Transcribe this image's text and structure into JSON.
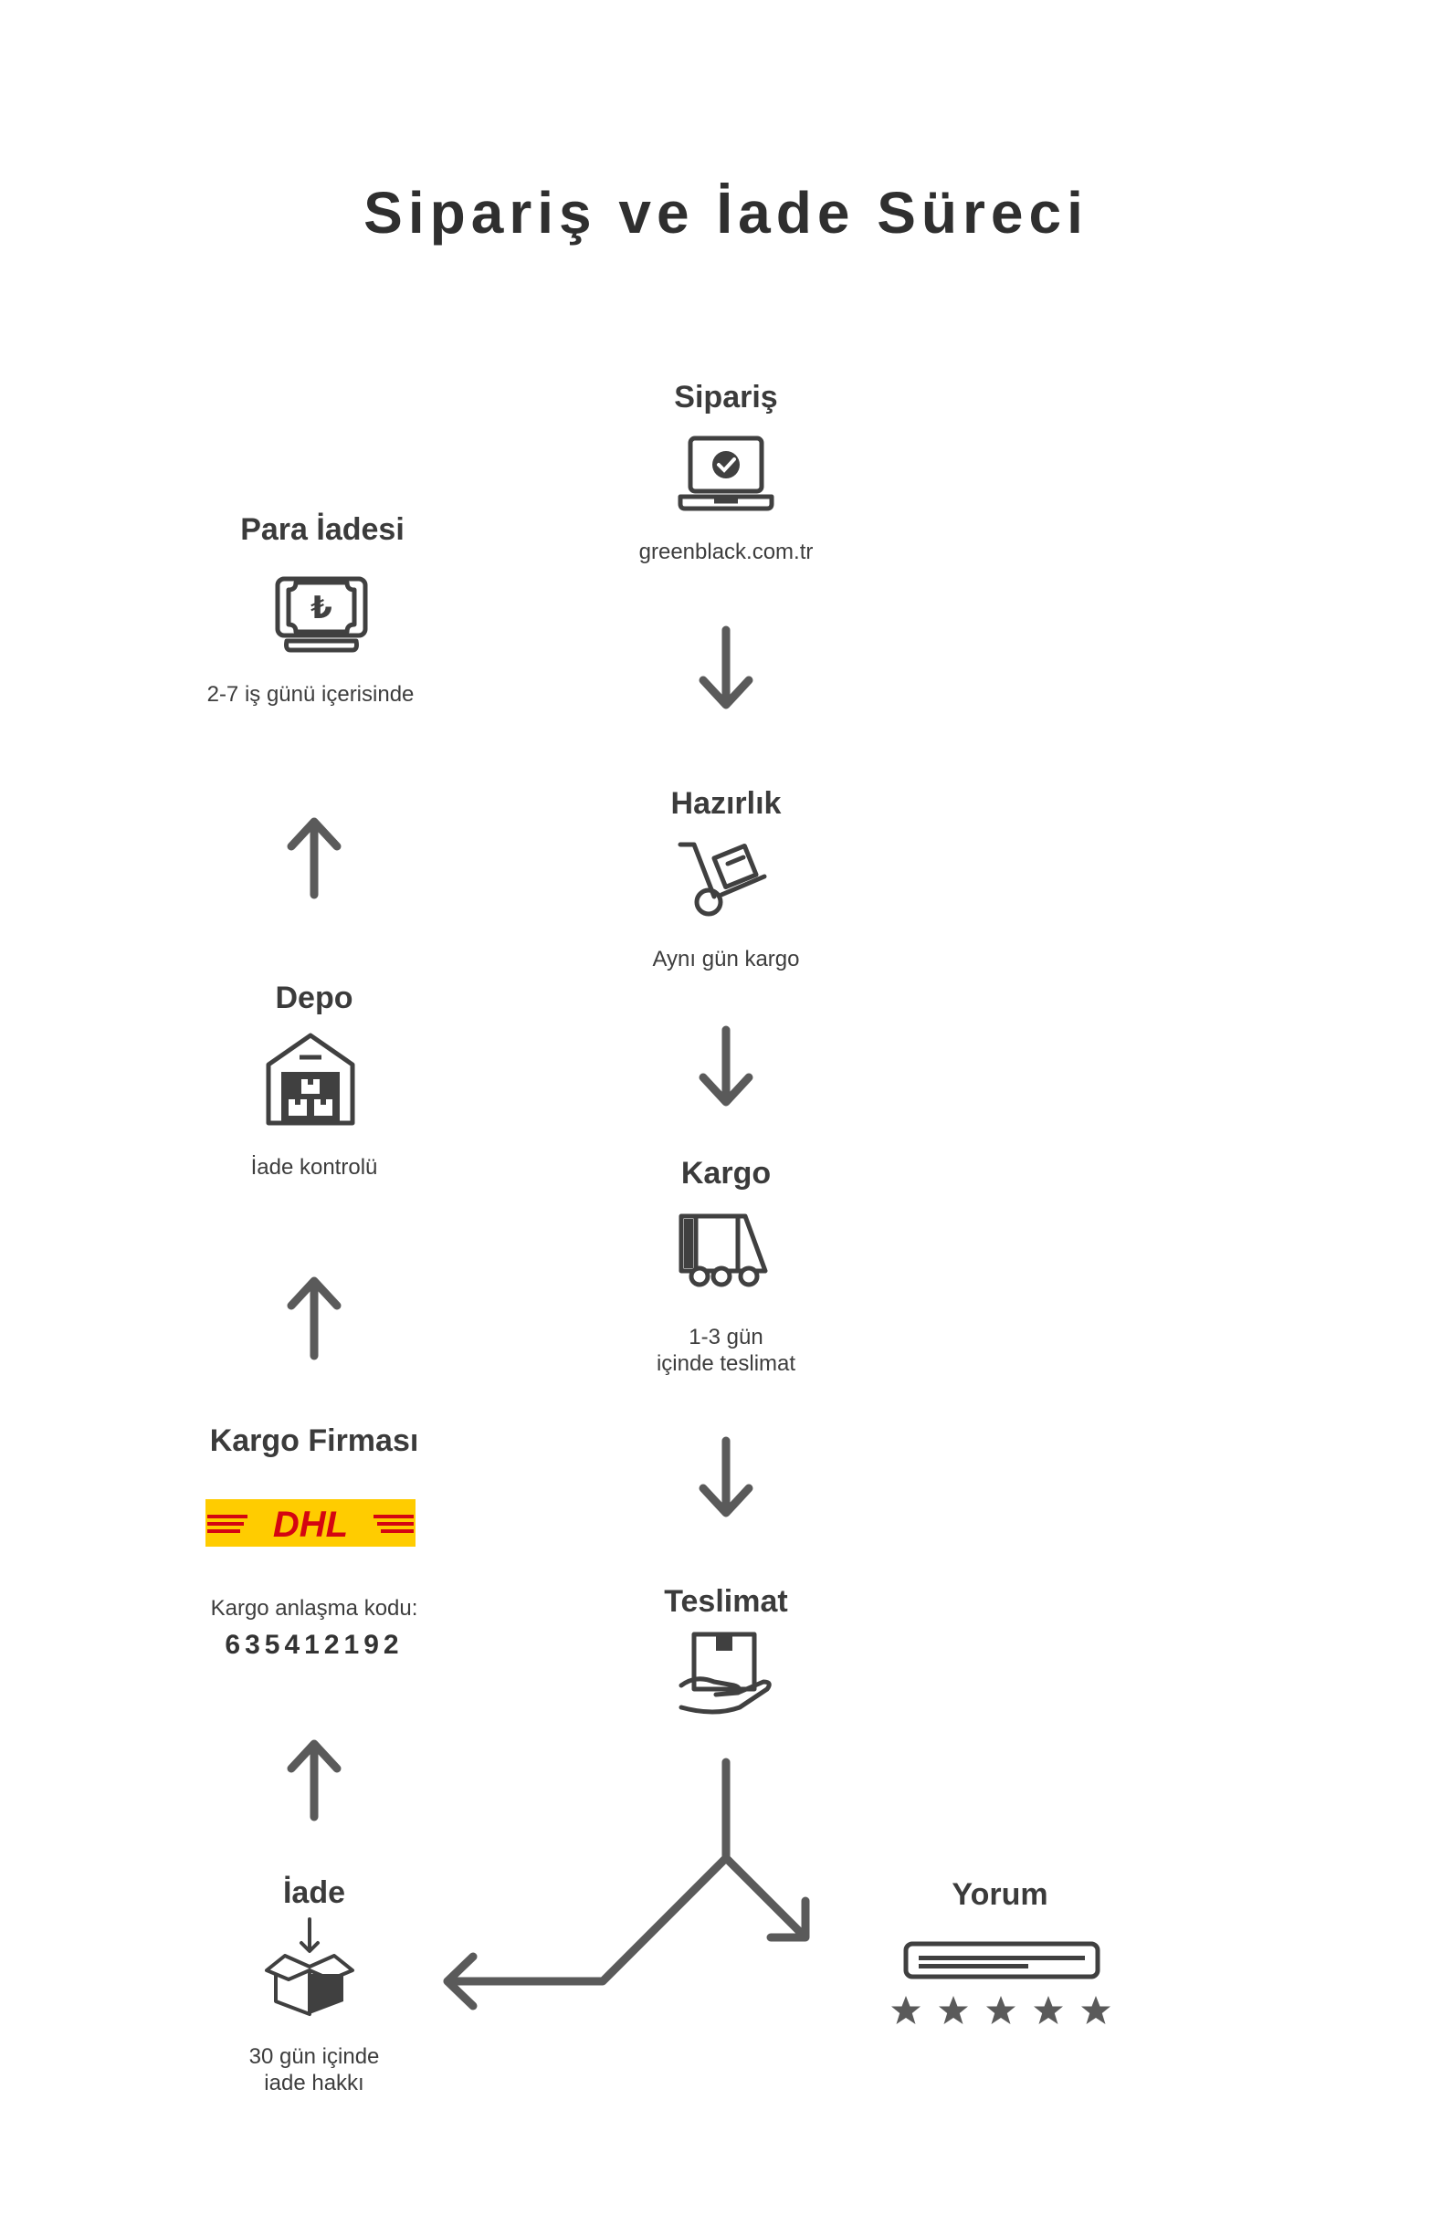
{
  "page": {
    "title": "Sipariş ve İade Süreci"
  },
  "flow": {
    "siparis": {
      "title": "Sipariş",
      "sub": "greenblack.com.tr",
      "icon": "laptop-check-icon"
    },
    "hazirlik": {
      "title": "Hazırlık",
      "sub": "Aynı gün kargo",
      "icon": "hand-truck-icon"
    },
    "kargo": {
      "title": "Kargo",
      "sub1": "1-3 gün",
      "sub2": "içinde teslimat",
      "icon": "delivery-truck-icon"
    },
    "teslimat": {
      "title": "Teslimat",
      "icon": "hand-package-icon"
    },
    "yorum": {
      "title": "Yorum",
      "icon": "review-stars-icon",
      "rating": 5
    },
    "iade": {
      "title": "İade",
      "sub1": "30 gün içinde",
      "sub2": "iade hakkı",
      "icon": "return-box-icon"
    },
    "kargo_firmasi": {
      "title": "Kargo Firması",
      "sub": "Kargo anlaşma kodu:",
      "code": "635412192",
      "logo": "DHL"
    },
    "depo": {
      "title": "Depo",
      "sub": "İade kontrolü",
      "icon": "warehouse-icon"
    },
    "para_iadesi": {
      "title": "Para İadesi",
      "sub": "2-7 iş günü içerisinde",
      "icon": "lira-banknote-icon"
    }
  },
  "colors": {
    "arrow": "#5a5a5a",
    "icon": "#404040",
    "text": "#3d3d3d",
    "dhl_yellow": "#ffcc00",
    "dhl_red": "#d40511"
  }
}
